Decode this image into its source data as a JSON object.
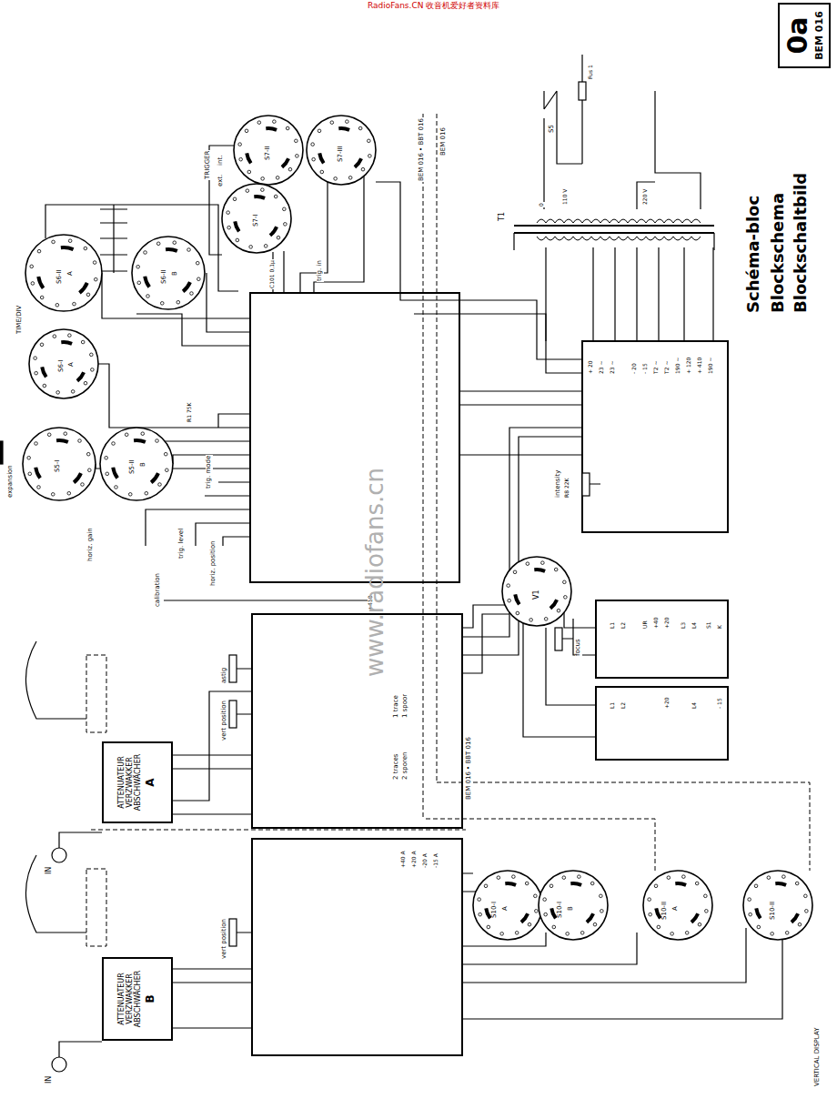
{
  "diagram": {
    "title": "Schéma-bloc",
    "nodes": [
      {
        "text": [
          "0a",
          "BEM 016"
        ]
      },
      {
        "text": [
          "ATTENUATEUR VERZWAKKER ABSCHWÄCHER",
          "A"
        ]
      },
      {
        "text": [
          "ATTENUATEUR VERZWAKKER ABSCHWÄCHER",
          "B"
        ]
      }
    ],
    "labels": [
      "RadioFans.CN 收音机爱好者资料库",
      "Blockschema",
      "Blockschaltbild",
      "TRIGGER",
      "int.",
      "ext.",
      "BEM 016 • BBT 016",
      "BEM 016",
      "S7-II",
      "S7-III",
      "S7-I",
      "C101 0,1µ",
      "trig. in",
      "TIME/DIV",
      "S6-II",
      "A",
      "S6-II",
      "B",
      "S6-I",
      "A",
      "S5-I",
      "S5-II",
      "B",
      "expansion",
      "horiz. gain",
      "R1 75K",
      "trig. level",
      "horiz. position",
      "trig. mode",
      "calibration",
      "astig",
      "vert position",
      "vert position",
      "1 trace",
      "1 spoor",
      "2 traces",
      "2 sporen",
      "IN",
      "IN",
      "VERTICAL DISPLAY",
      "S10-I",
      "A",
      "S10-I",
      "B",
      "S10-II",
      "A",
      "S10-II",
      "BEM 016 • BBT 016",
      "T1",
      "S5",
      "Fus 1",
      "0",
      "110 V",
      "220 V",
      "intensity",
      "R8 22K",
      "focus",
      "V1",
      "+ 20",
      "23 ~",
      "23 ~",
      "- 20",
      "- 15",
      "T2 ~",
      "T2 ~",
      "190 ~",
      "+ 120",
      "+ 410",
      "190 ~",
      "L1",
      "L2",
      "UR",
      "+40",
      "+20",
      "L3",
      "L4",
      "S1",
      "K",
      "L1",
      "L2",
      "+20",
      "L4",
      "- 15",
      "+410",
      "+40 A",
      "+20 A",
      "-20 A",
      "-15 A",
      "www.radiofans.cn"
    ]
  }
}
